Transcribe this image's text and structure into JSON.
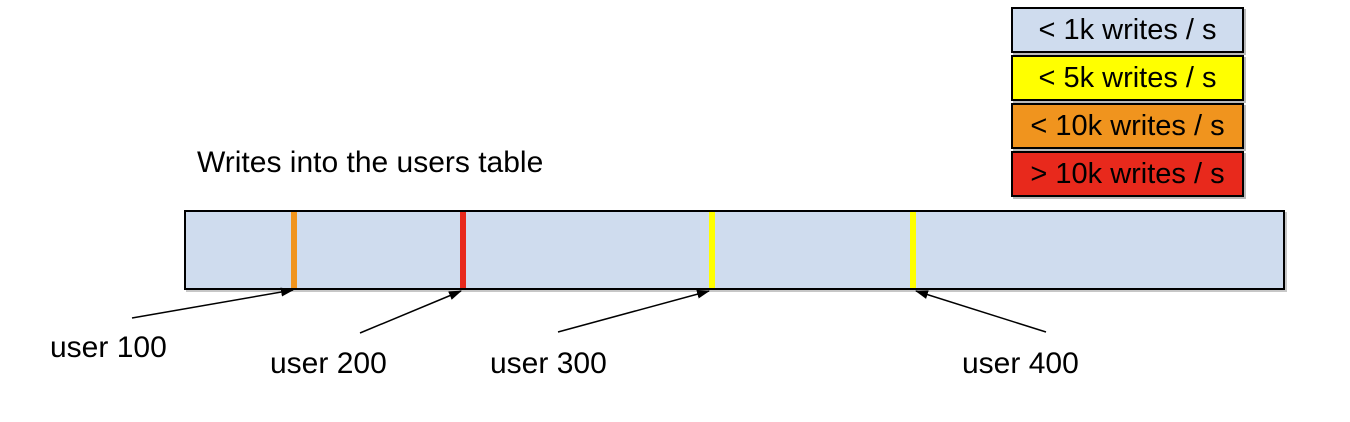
{
  "title": "Writes into the users table",
  "legend": {
    "items": [
      {
        "label": "< 1k writes / s",
        "color": "#cfdcee"
      },
      {
        "label": "< 5k writes / s",
        "color": "#ffff00"
      },
      {
        "label": "< 10k writes / s",
        "color": "#f0941e"
      },
      {
        "label": "> 10k writes / s",
        "color": "#e8291c"
      }
    ]
  },
  "table_bar": {
    "fill": "#cfdcee",
    "border_color": "#000000",
    "markers": [
      {
        "user": "user 100",
        "color": "#f0941e"
      },
      {
        "user": "user 200",
        "color": "#e8291c"
      },
      {
        "user": "user 300",
        "color": "#ffff00"
      },
      {
        "user": "user 400",
        "color": "#ffff00"
      }
    ]
  }
}
